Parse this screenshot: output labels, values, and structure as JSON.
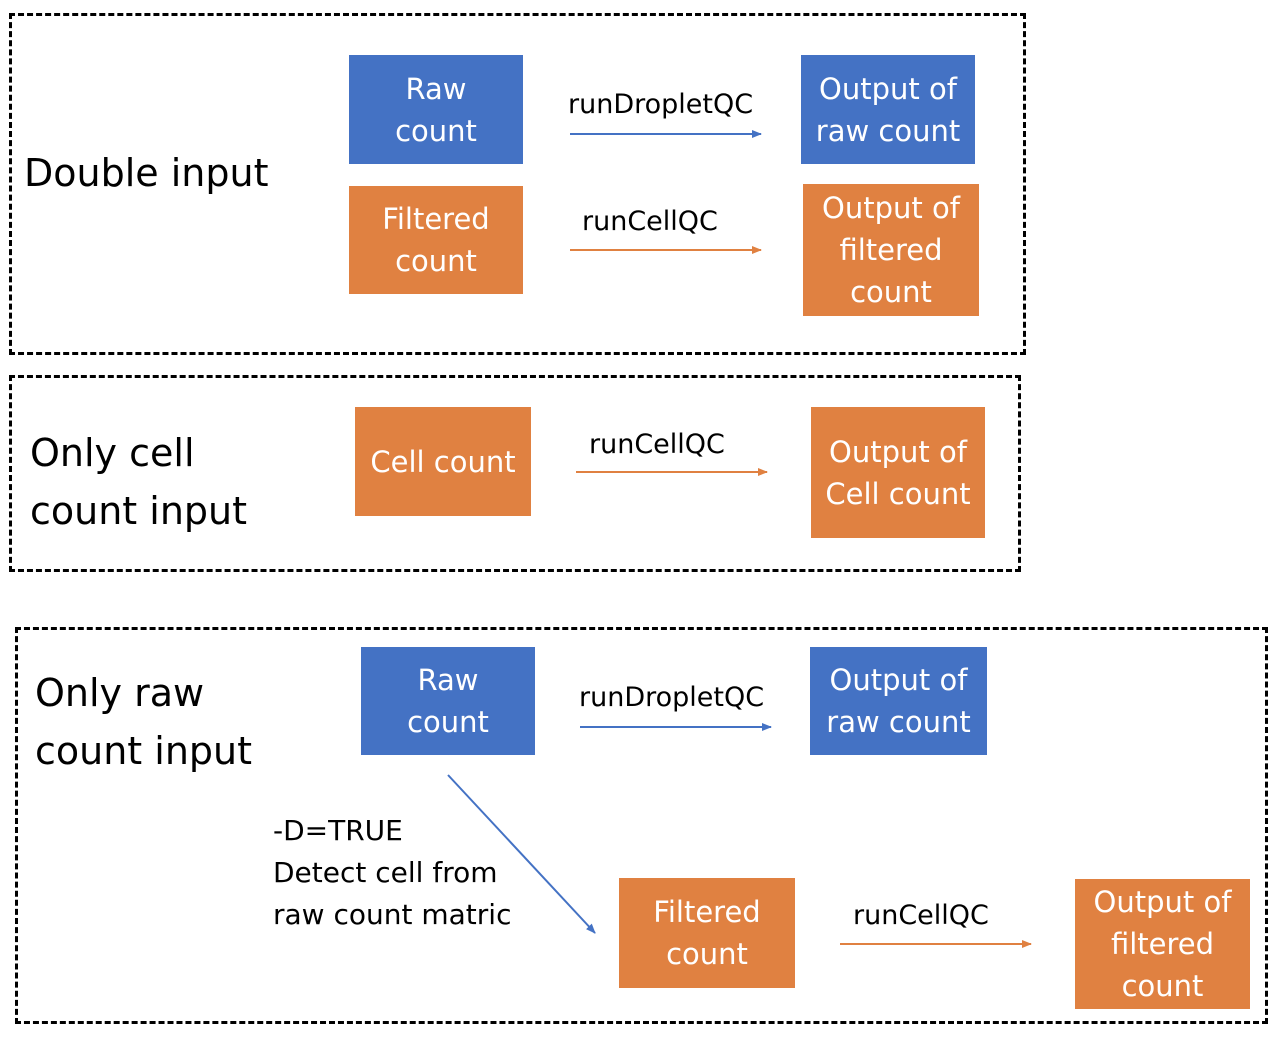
{
  "colors": {
    "blue": "#4472c4",
    "orange": "#e08141",
    "border": "#000000"
  },
  "panels": [
    {
      "label": "Double input",
      "nodes": {
        "raw": "Raw\ncount",
        "filtered": "Filtered\ncount",
        "out_raw": "Output of\nraw count",
        "out_filtered": "Output of\nfiltered\ncount"
      },
      "edges": {
        "raw_to_out": "runDropletQC",
        "filtered_to_out": "runCellQC"
      }
    },
    {
      "label": "Only cell\ncount input",
      "nodes": {
        "cell": "Cell count",
        "out_cell": "Output of\nCell count"
      },
      "edges": {
        "cell_to_out": "runCellQC"
      }
    },
    {
      "label": "Only raw\ncount input",
      "nodes": {
        "raw": "Raw\ncount",
        "out_raw": "Output of\nraw count",
        "filtered": "Filtered\ncount",
        "out_filtered": "Output of\nfiltered\ncount"
      },
      "edges": {
        "raw_to_out": "runDropletQC",
        "raw_to_filtered": "-D=TRUE\nDetect cell from\nraw count matric",
        "filtered_to_out": "runCellQC"
      }
    }
  ]
}
